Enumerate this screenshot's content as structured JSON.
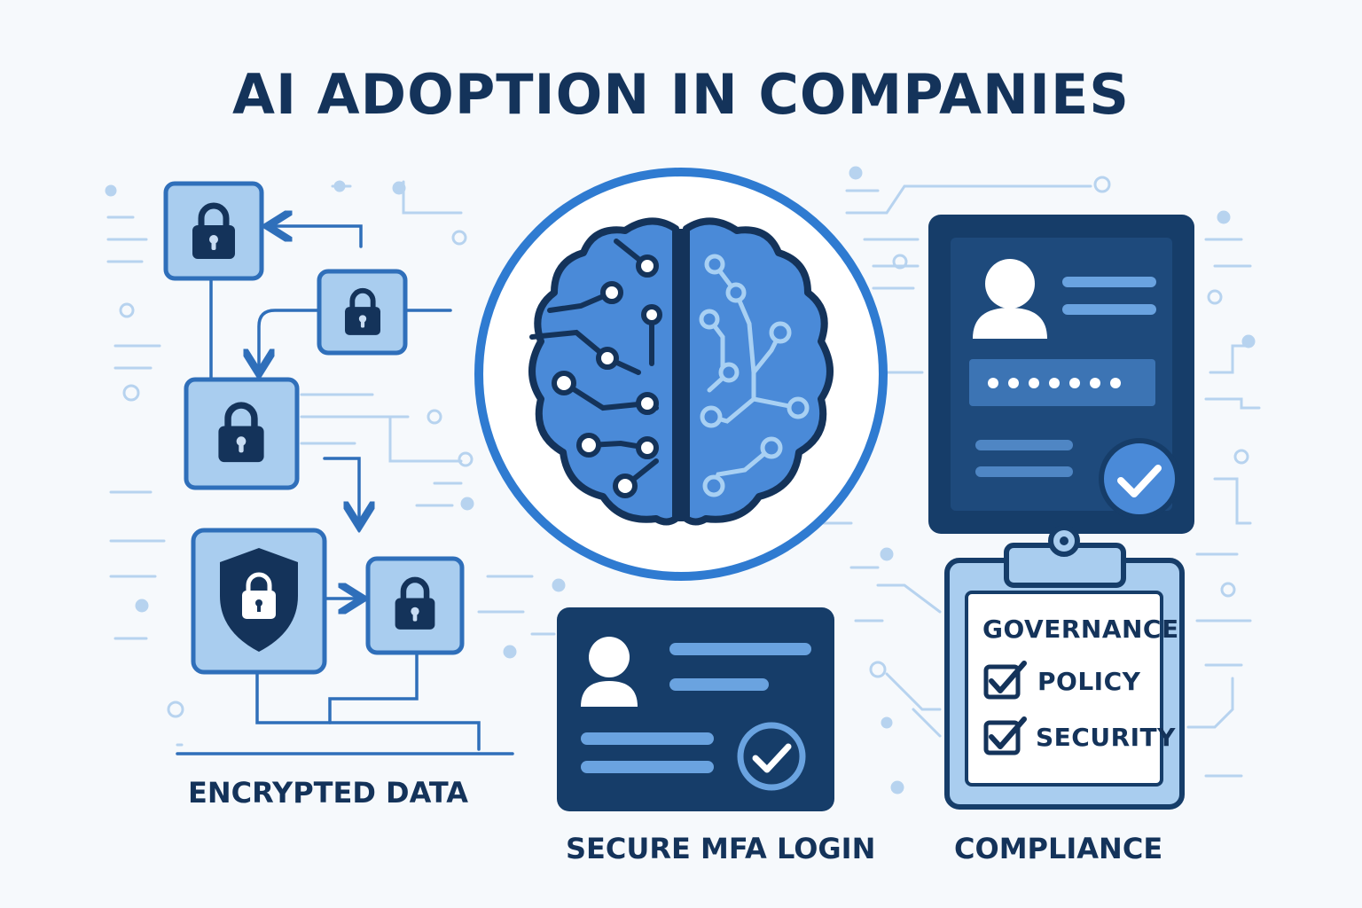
{
  "title": "AI ADOPTION IN COMPANIES",
  "captions": {
    "encrypted_data": "ENCRYPTED DATA",
    "secure_mfa_login": "SECURE MFA LOGIN",
    "compliance": "COMPLIANCE"
  },
  "clipboard": {
    "heading": "GOVERNANCE",
    "items": [
      "POLICY",
      "SECURITY"
    ]
  },
  "icons": {
    "lock": "lock-icon",
    "shield": "shield-lock-icon",
    "brain": "brain-circuit-icon",
    "user": "user-avatar-icon",
    "check": "check-circle-icon",
    "clipboard": "clipboard-icon",
    "checkbox": "checkbox-checked-icon"
  },
  "colors": {
    "navy": "#14335a",
    "dark_panel": "#163d69",
    "mid_blue": "#2f6fba",
    "brain_blue": "#4a8ad8",
    "light_blue": "#a9cdef",
    "pale_blue": "#c9ddf3",
    "background": "#f6f9fc"
  }
}
